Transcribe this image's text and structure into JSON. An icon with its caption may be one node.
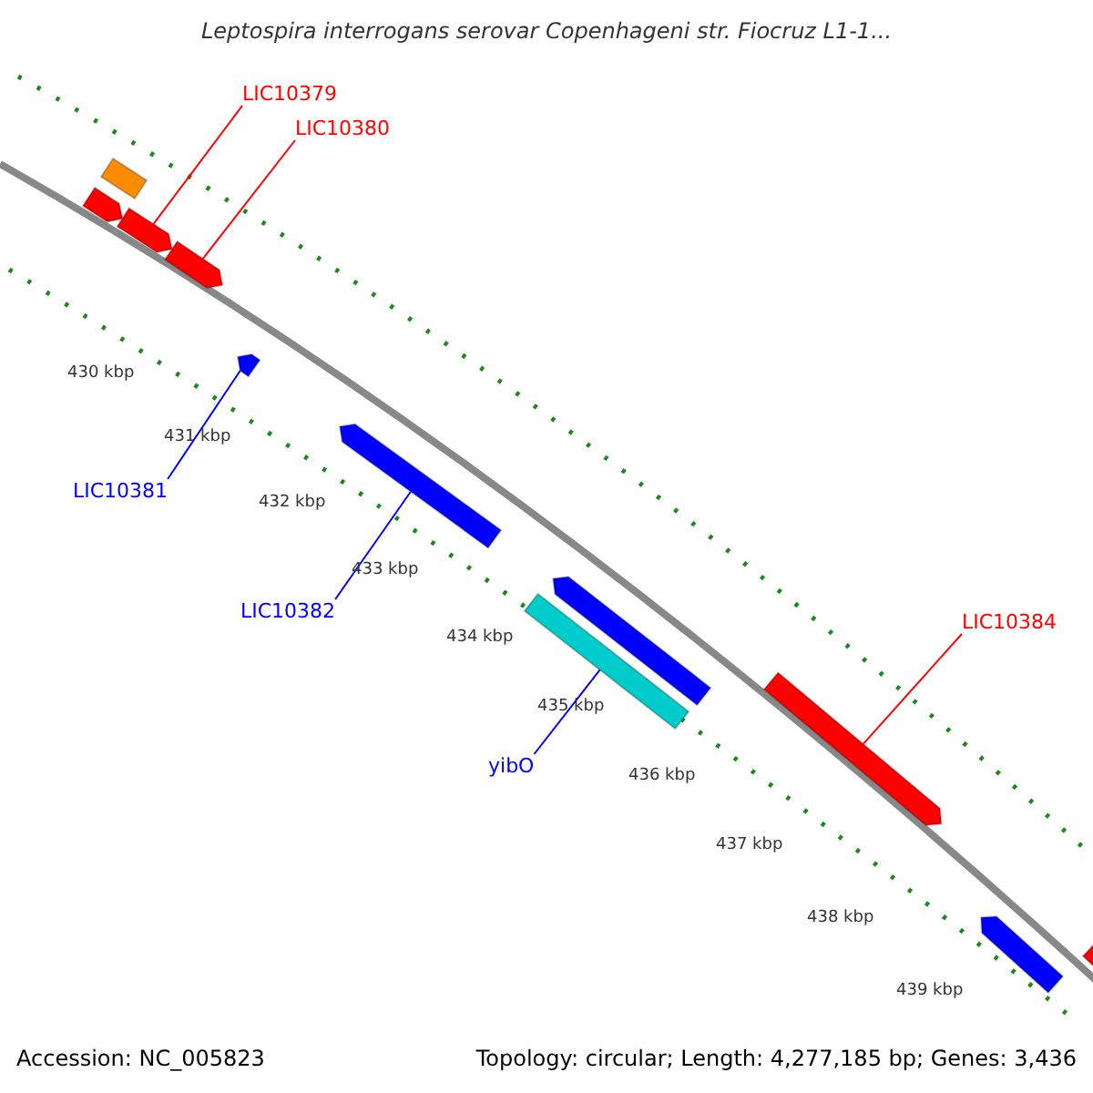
{
  "diagram": {
    "title": "Leptospira interrogans serovar Copenhageni str. Fiocruz L1-1...",
    "nodes": [
      {
        "text": [
          "LIC10379"
        ]
      },
      {
        "text": [
          "LIC10380"
        ]
      },
      {
        "text": [],
        "shape": "box"
      },
      {
        "text": [],
        "shape": "bar"
      },
      {
        "text": [],
        "shape": "bar"
      },
      {
        "text": [],
        "shape": "bar"
      },
      {
        "text": [],
        "shape": "bar"
      },
      {
        "text": [
          "LIC10381"
        ]
      },
      {
        "text": [],
        "shape": "bar"
      },
      {
        "text": [
          "LIC10382"
        ]
      },
      {
        "text": [],
        "shape": "bar"
      },
      {
        "text": [],
        "shape": "box"
      },
      {
        "text": [
          "LIC10384"
        ]
      },
      {
        "text": [
          "yibO"
        ]
      },
      {
        "text": [],
        "shape": "bar"
      },
      {
        "text": [],
        "shape": "bar"
      },
      {
        "text": [],
        "shape": "bar"
      }
    ],
    "edges": [
      {
        "from": 0,
        "to": 4,
        "arrow": "none"
      },
      {
        "from": 1,
        "to": 5,
        "arrow": "none"
      },
      {
        "from": 7,
        "to": 6,
        "arrow": "none",
        "color": "#0000ff"
      },
      {
        "from": 9,
        "to": 8,
        "arrow": "none",
        "color": "#0000ff"
      },
      {
        "from": 13,
        "to": 11,
        "arrow": "none",
        "color": "#0000ff"
      },
      {
        "from": 12,
        "to": 14,
        "arrow": "none"
      }
    ],
    "labels": [
      "430 kbp",
      "431 kbp",
      "432 kbp",
      "433 kbp",
      "434 kbp",
      "435 kbp",
      "436 kbp",
      "437 kbp",
      "438 kbp",
      "439 kbp",
      "Accession: NC_005823",
      "Topology: circular; Length: 4,277,185 bp; Genes: 3,436"
    ]
  }
}
